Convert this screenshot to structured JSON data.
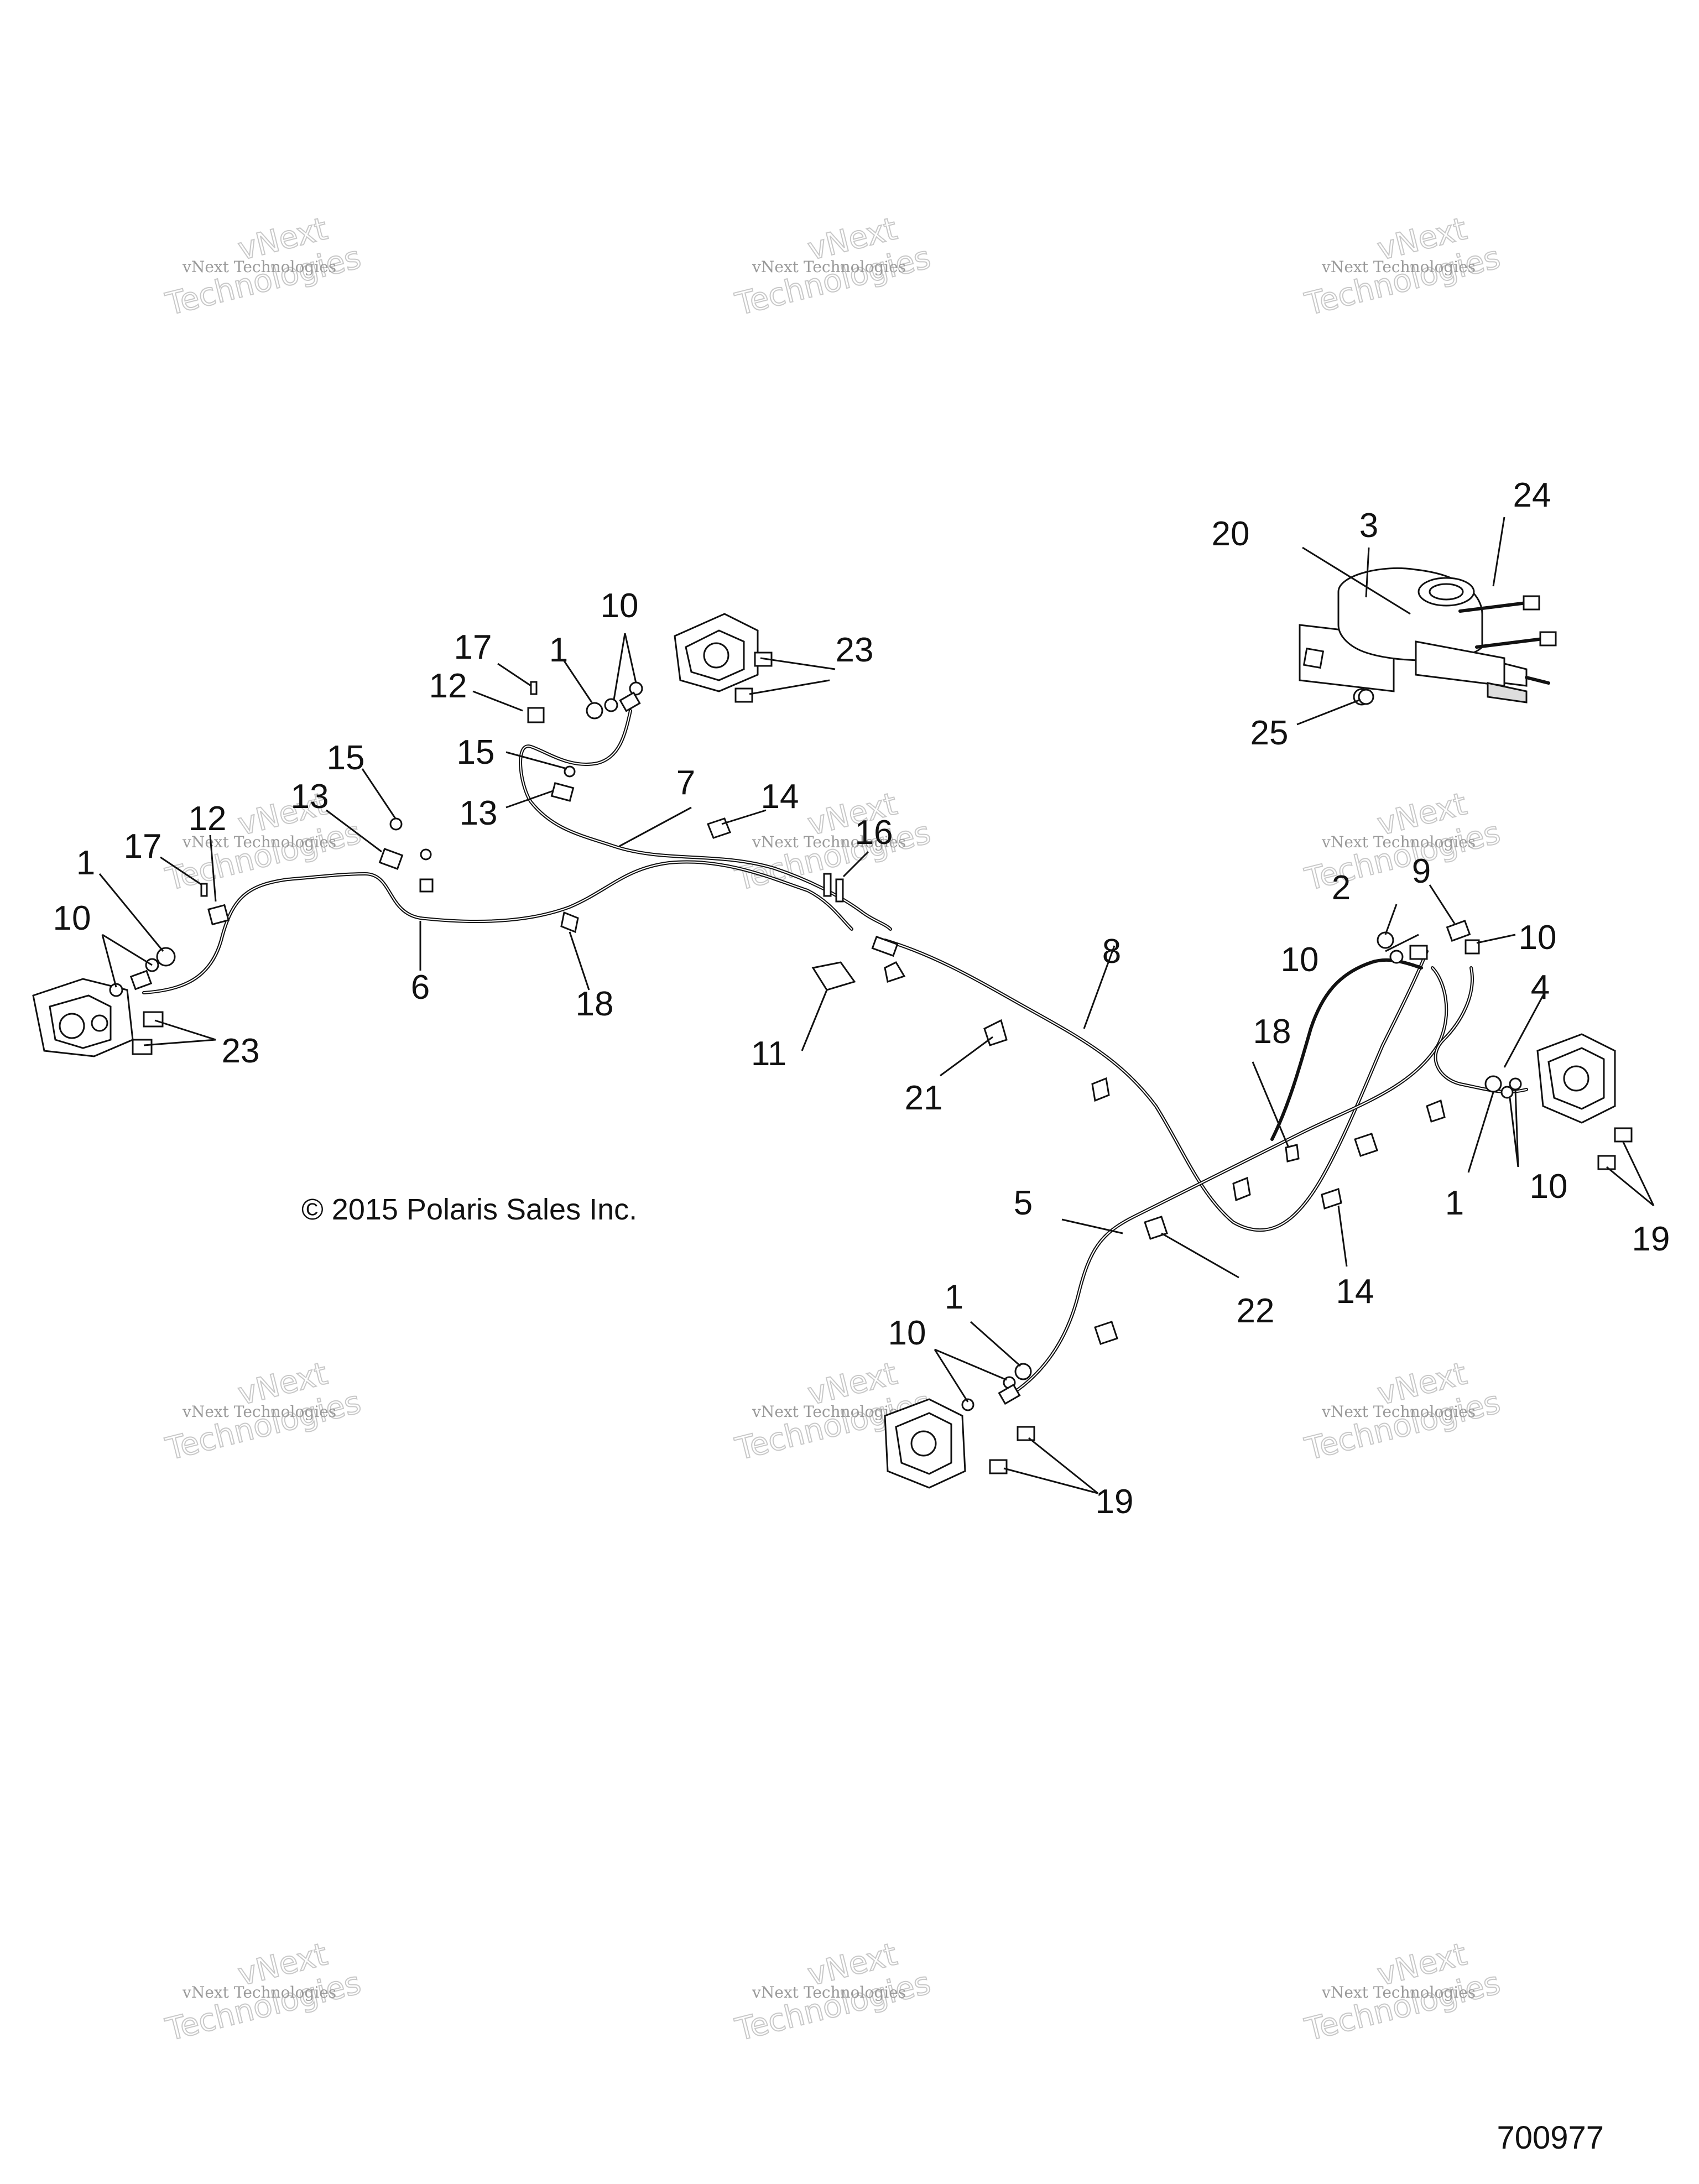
{
  "copyright": "© 2015 Polaris Sales Inc.",
  "figure_number": "700977",
  "watermark": {
    "line1": "vNext Technologies",
    "line2": "vNext",
    "line3": "Technologies"
  },
  "callouts": [
    "1",
    "2",
    "3",
    "4",
    "5",
    "6",
    "7",
    "8",
    "9",
    "10",
    "11",
    "12",
    "13",
    "14",
    "15",
    "16",
    "17",
    "18",
    "19",
    "20",
    "21",
    "22",
    "23",
    "24",
    "25"
  ]
}
